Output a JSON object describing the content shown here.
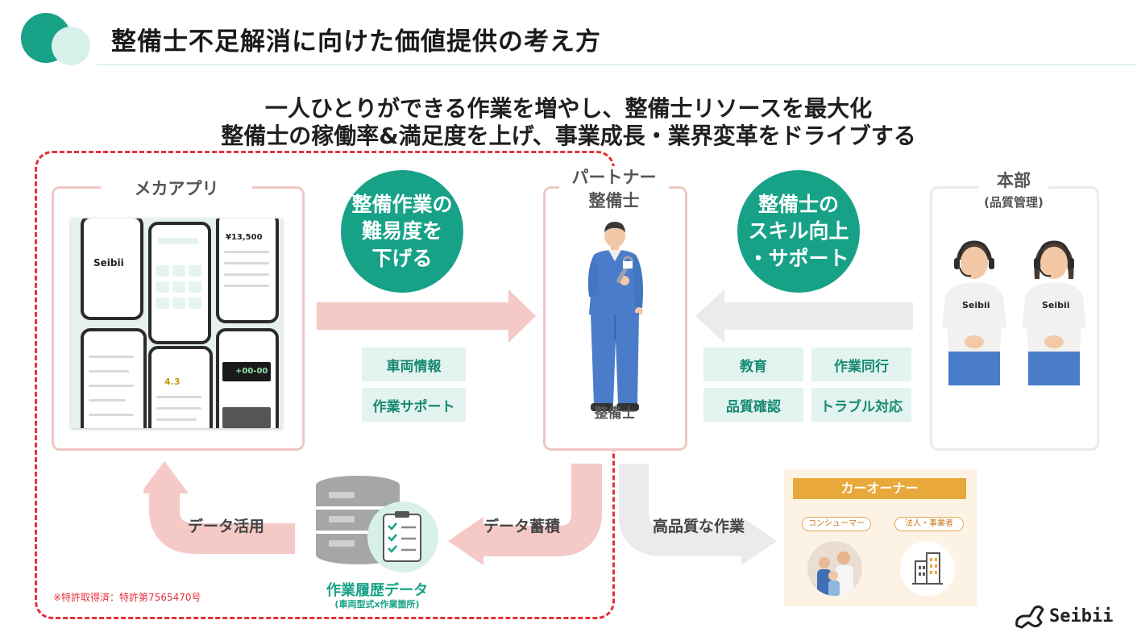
{
  "title": "整備士不足解消に向けた価値提供の考え方",
  "subtitle": {
    "line1": "一人ひとりができる作業を増やし、整備士リソースを最大化",
    "line2": "整備士の稼働率&満足度を上げ、事業成長・業界変革をドライブする"
  },
  "mecha_app": {
    "label": "メカアプリ",
    "logo": "Seibii",
    "phone_price": "¥13,500",
    "phone_score": "4.3",
    "phone_counter": "+00-00"
  },
  "circle_left": {
    "line1": "整備作業の",
    "line2": "難易度を",
    "line3": "下げる"
  },
  "left_tags": [
    "車両情報",
    "作業サポート"
  ],
  "partner": {
    "line1": "パートナー",
    "line2": "整備士"
  },
  "circle_right": {
    "line1": "整備士の",
    "line2": "スキル向上",
    "line3": "・サポート"
  },
  "right_tags": [
    "教育",
    "作業同行",
    "品質確認",
    "トラブル対応"
  ],
  "hq": {
    "label": "本部",
    "sublabel": "(品質管理)",
    "shirt_logo": "Seibii"
  },
  "flows": {
    "data_use": "データ活用",
    "data_store": "データ蓄積",
    "quality_work": "高品質な作業"
  },
  "database": {
    "label": "作業履歴データ",
    "sublabel": "(車両型式x作業箇所)"
  },
  "car_owner": {
    "label": "カーオーナー",
    "consumer": "コンシューマー",
    "business": "法人・事業者"
  },
  "patent": "※特許取得済：特許第7565470号",
  "brand": "Seibii",
  "colors": {
    "primary": "#17a287",
    "pink": "#f4c6c2",
    "grey_arrow": "#ebebeb",
    "orange": "#e8a83b",
    "dashed_red": "#e5313a"
  }
}
